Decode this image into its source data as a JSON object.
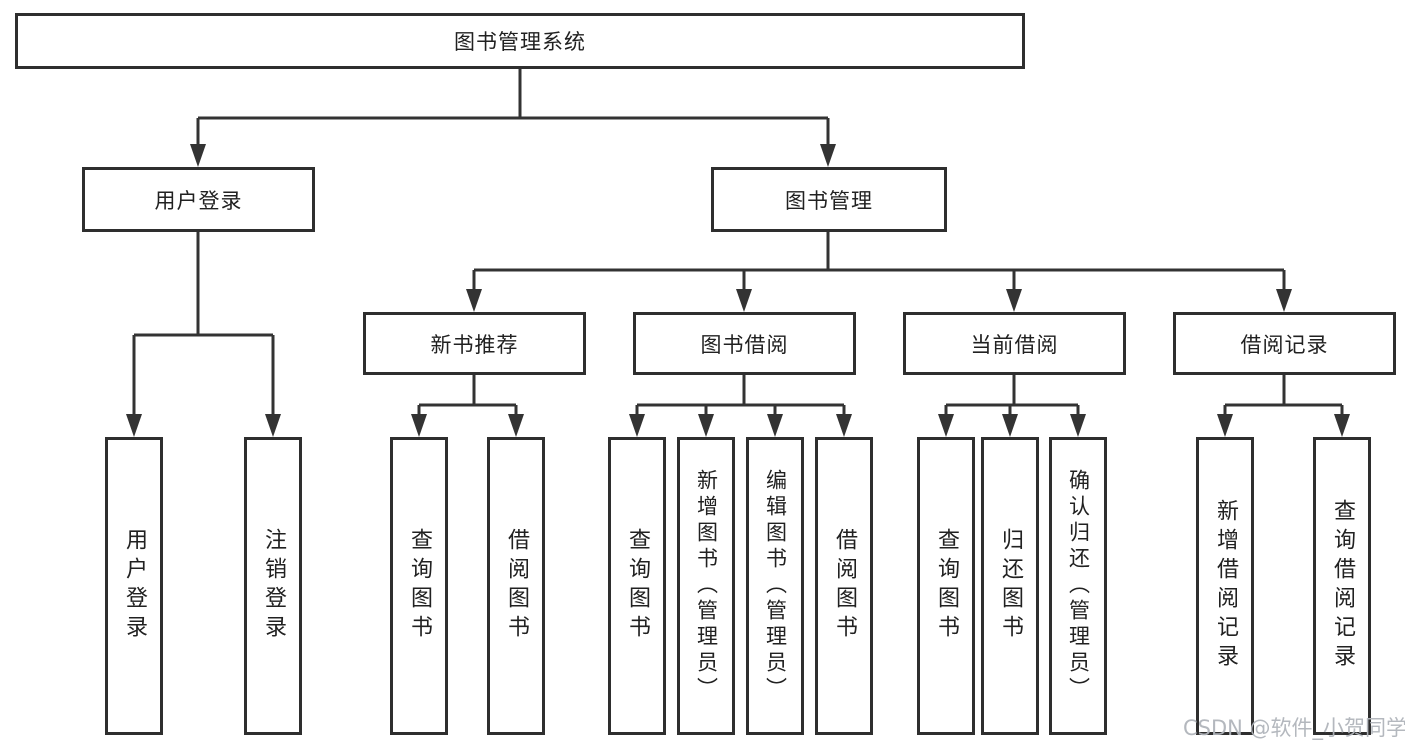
{
  "page": {
    "background": "#ffffff",
    "watermark": "CSDN @软件_小贺同学"
  },
  "colors": {
    "line": "#333333",
    "box_border": "#2e2e2e",
    "text": "#212121",
    "watermark": "#b0b4ba"
  },
  "nodes": {
    "root": {
      "label": "图书管理系统",
      "level": 1
    },
    "user_login": {
      "label": "用户登录",
      "level": 2
    },
    "book_management": {
      "label": "图书管理",
      "level": 2
    },
    "new_book_recommend": {
      "label": "新书推荐",
      "level": 3
    },
    "book_borrow": {
      "label": "图书借阅",
      "level": 3
    },
    "current_borrow": {
      "label": "当前借阅",
      "level": 3
    },
    "borrow_records": {
      "label": "借阅记录",
      "level": 3
    },
    "login": {
      "label": "用户登录",
      "level": 4
    },
    "logout": {
      "label": "注销登录",
      "level": 4
    },
    "query_book_recommend": {
      "label": "查询图书",
      "level": 4
    },
    "borrow_book_recommend": {
      "label": "借阅图书",
      "level": 4
    },
    "query_book_borrow": {
      "label": "查询图书",
      "level": 4
    },
    "add_book_admin": {
      "label": "新增图书（管理员）",
      "level": 4
    },
    "edit_book_admin": {
      "label": "编辑图书（管理员）",
      "level": 4
    },
    "borrow_book_borrow": {
      "label": "借阅图书",
      "level": 4
    },
    "query_book_current": {
      "label": "查询图书",
      "level": 4
    },
    "return_book": {
      "label": "归还图书",
      "level": 4
    },
    "confirm_return_admin": {
      "label": "确认归还（管理员）",
      "level": 4
    },
    "add_borrow_record": {
      "label": "新增借阅记录",
      "level": 4
    },
    "query_borrow_record": {
      "label": "查询借阅记录",
      "level": 4
    }
  },
  "hierarchy": [
    {
      "parent": "图书管理系统",
      "children": [
        "用户登录",
        "图书管理"
      ]
    },
    {
      "parent": "用户登录",
      "children": [
        "用户登录",
        "注销登录"
      ]
    },
    {
      "parent": "图书管理",
      "children": [
        "新书推荐",
        "图书借阅",
        "当前借阅",
        "借阅记录"
      ]
    },
    {
      "parent": "新书推荐",
      "children": [
        "查询图书",
        "借阅图书"
      ]
    },
    {
      "parent": "图书借阅",
      "children": [
        "查询图书",
        "新增图书（管理员）",
        "编辑图书（管理员）",
        "借阅图书"
      ]
    },
    {
      "parent": "当前借阅",
      "children": [
        "查询图书",
        "归还图书",
        "确认归还（管理员）"
      ]
    },
    {
      "parent": "借阅记录",
      "children": [
        "新增借阅记录",
        "查询借阅记录"
      ]
    }
  ]
}
